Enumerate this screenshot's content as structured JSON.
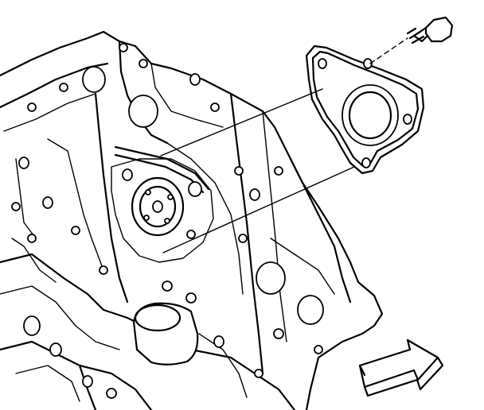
{
  "figure": {
    "subject": "engine-front-cover-plate-exploded-view",
    "parts": [
      "engine-block",
      "camshaft-sprocket",
      "gasket-plate",
      "bolt",
      "oil-plug-cap"
    ],
    "direction_arrow_icon": "front-arrow-icon",
    "colors": {
      "line": "#000000",
      "background": "#ffffff"
    }
  }
}
